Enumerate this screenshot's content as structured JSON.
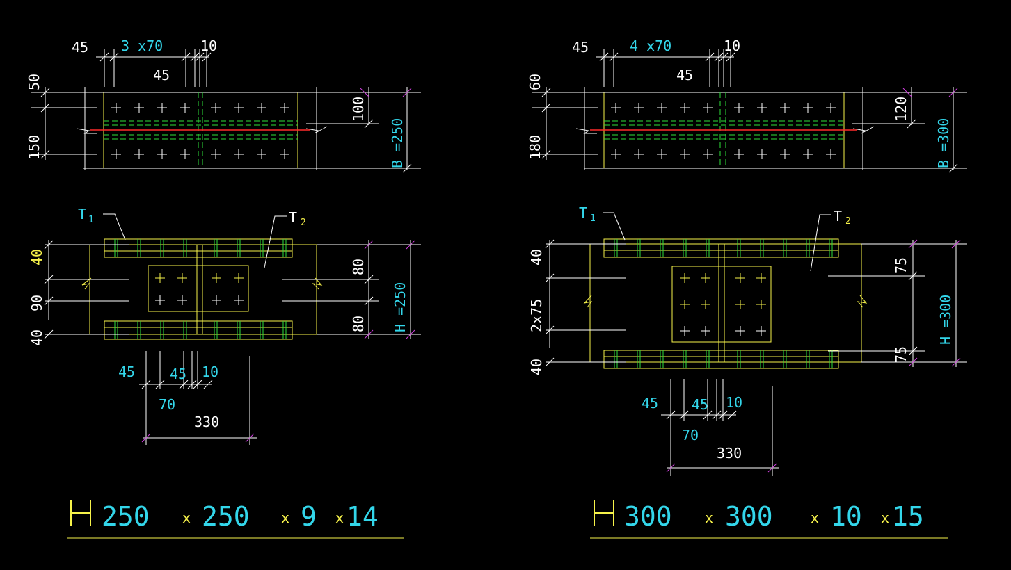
{
  "colors": {
    "background": "#000000",
    "plate": "#f6f24a",
    "dimension": "#ffffff",
    "label": "#33d6ea",
    "web": "#2ee03a",
    "center": "#ff2a2a",
    "tick": "#d040e0"
  },
  "left": {
    "top_view": {
      "d45": "45",
      "n70": "3 x70",
      "d10": "10",
      "d45b": "45",
      "d50": "50",
      "d150": "150",
      "d100": "100",
      "b": "B =250"
    },
    "section": {
      "t1": "T",
      "t1_sub": "1",
      "t2": "T",
      "t2_sub": "2",
      "d40a": "40",
      "d90": "90",
      "d40b": "40",
      "d80a": "80",
      "d80b": "80",
      "h": "H =250",
      "d45": "45",
      "d45b": "45",
      "d10": "10",
      "d70": "70",
      "d330": "330"
    },
    "title": {
      "h": "250",
      "x1": "x",
      "b": "250",
      "x2": "x",
      "tw": "9",
      "x3": "x",
      "tf": "14"
    }
  },
  "right": {
    "top_view": {
      "d45": "45",
      "n70": "4  x70",
      "d10": "10",
      "d45b": "45",
      "d60": "60",
      "d180": "180",
      "d120": "120",
      "b": "B =300"
    },
    "section": {
      "t1": "T",
      "t1_sub": "1",
      "t2": "T",
      "t2_sub": "2",
      "d40a": "40",
      "d2x75": "2x75",
      "d40b": "40",
      "d75a": "75",
      "d75b": "75",
      "h": "H =300",
      "d45": "45",
      "d45b": "45",
      "d10": "10",
      "d70": "70",
      "d330": "330"
    },
    "title": {
      "h": "300",
      "x1": "x",
      "b": "300",
      "x2": "x",
      "tw": "10",
      "x3": "x",
      "tf": "15"
    }
  }
}
